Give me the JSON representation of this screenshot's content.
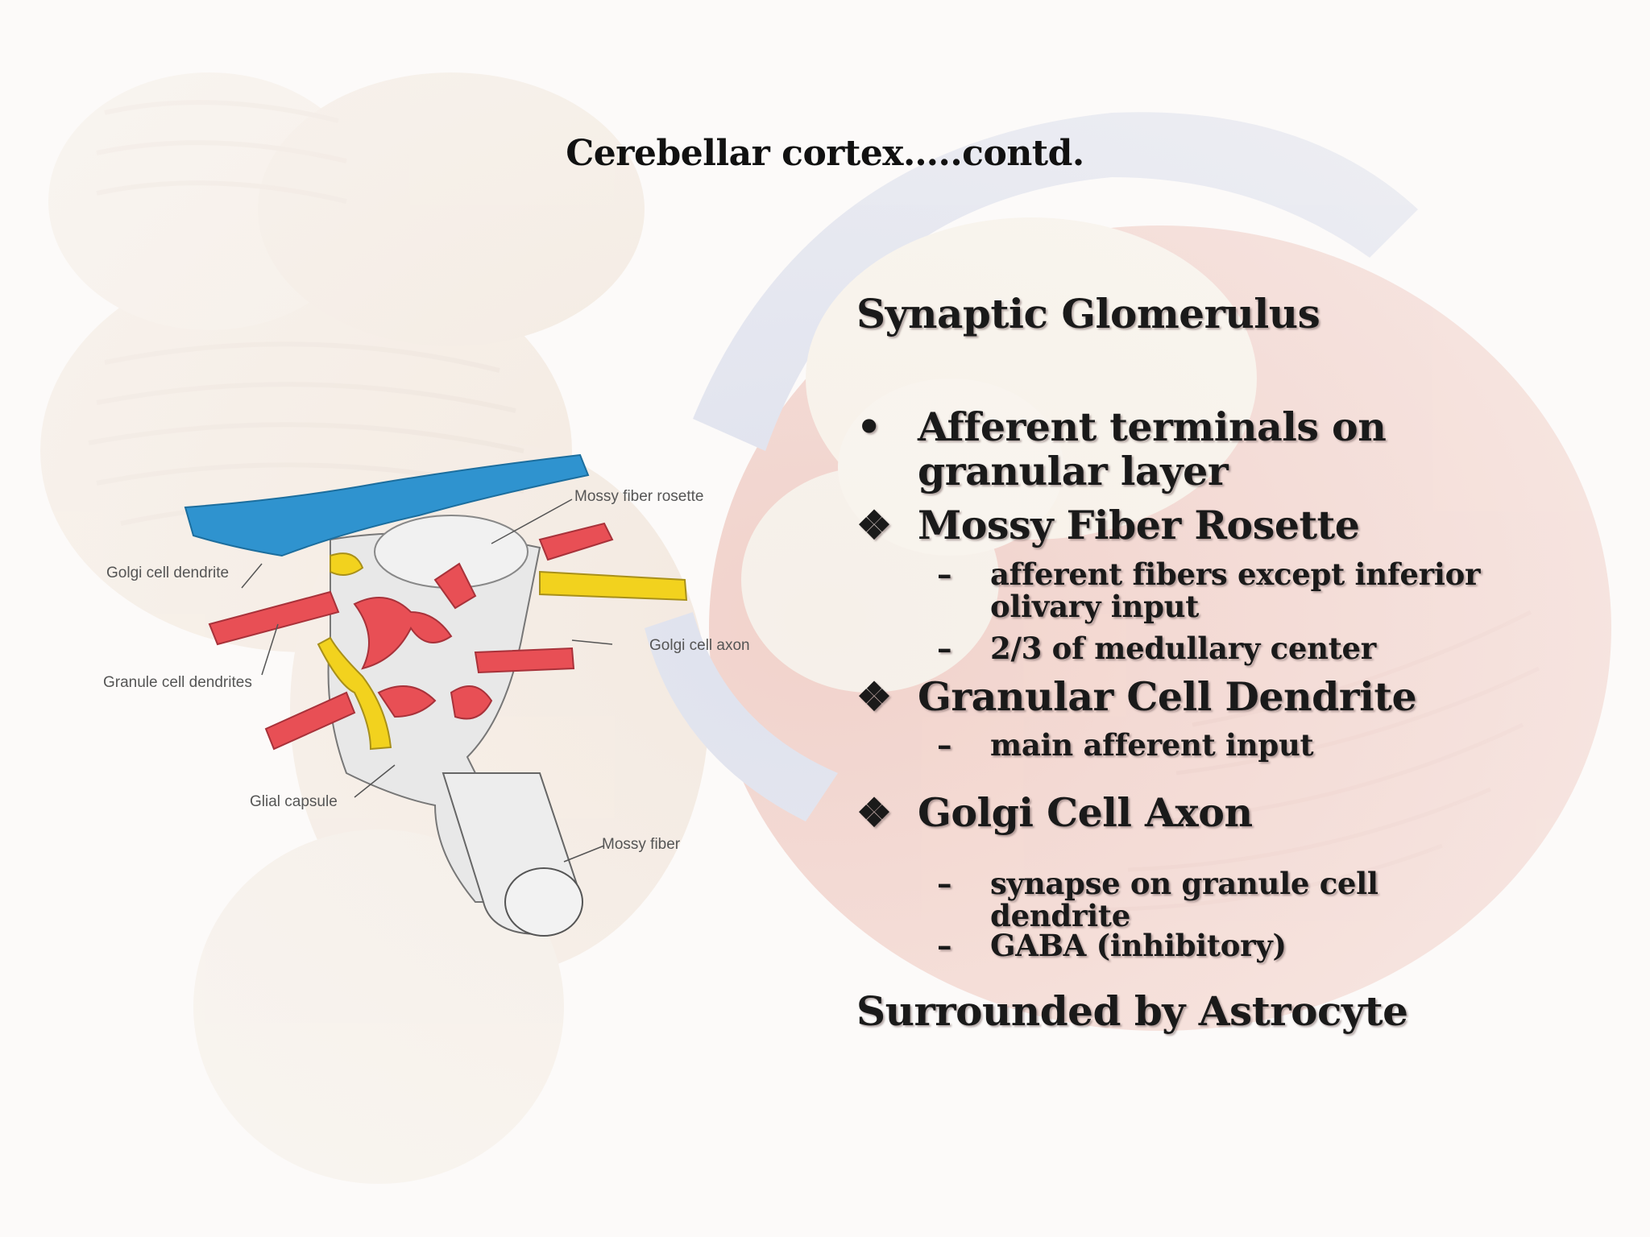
{
  "slide": {
    "title": "Cerebellar cortex…..contd.",
    "heading": "Synaptic Glomerulus",
    "bullets": [
      {
        "marker": "•",
        "text": "Afferent terminals on granular layer"
      },
      {
        "marker": "❖",
        "text": "Mossy Fiber Rosette"
      },
      {
        "marker": "–",
        "text": "afferent fibers except inferior olivary input"
      },
      {
        "marker": "–",
        "text": "2/3 of medullary center"
      },
      {
        "marker": "❖",
        "text": "Granular Cell Dendrite"
      },
      {
        "marker": "–",
        "text": "main afferent input"
      },
      {
        "marker": "❖",
        "text": "Golgi Cell Axon"
      },
      {
        "marker": "–",
        "text": "synapse on granule cell dendrite"
      },
      {
        "marker": "–",
        "text": "GABA (inhibitory)"
      }
    ],
    "footer": "Surrounded by Astrocyte"
  },
  "diagram": {
    "labels": {
      "mossy_fiber_rosette": "Mossy fiber rosette",
      "golgi_cell_dendrite": "Golgi cell dendrite",
      "golgi_cell_axon": "Golgi cell axon",
      "granule_cell_dendrites": "Granule cell dendrites",
      "glial_capsule": "Glial capsule",
      "mossy_fiber": "Mossy fiber"
    },
    "colors": {
      "golgi_dendrite": "#2f93cf",
      "granule_dendrite": "#e84f55",
      "golgi_axon": "#f2d21e",
      "rosette": "#eeeeee"
    }
  }
}
